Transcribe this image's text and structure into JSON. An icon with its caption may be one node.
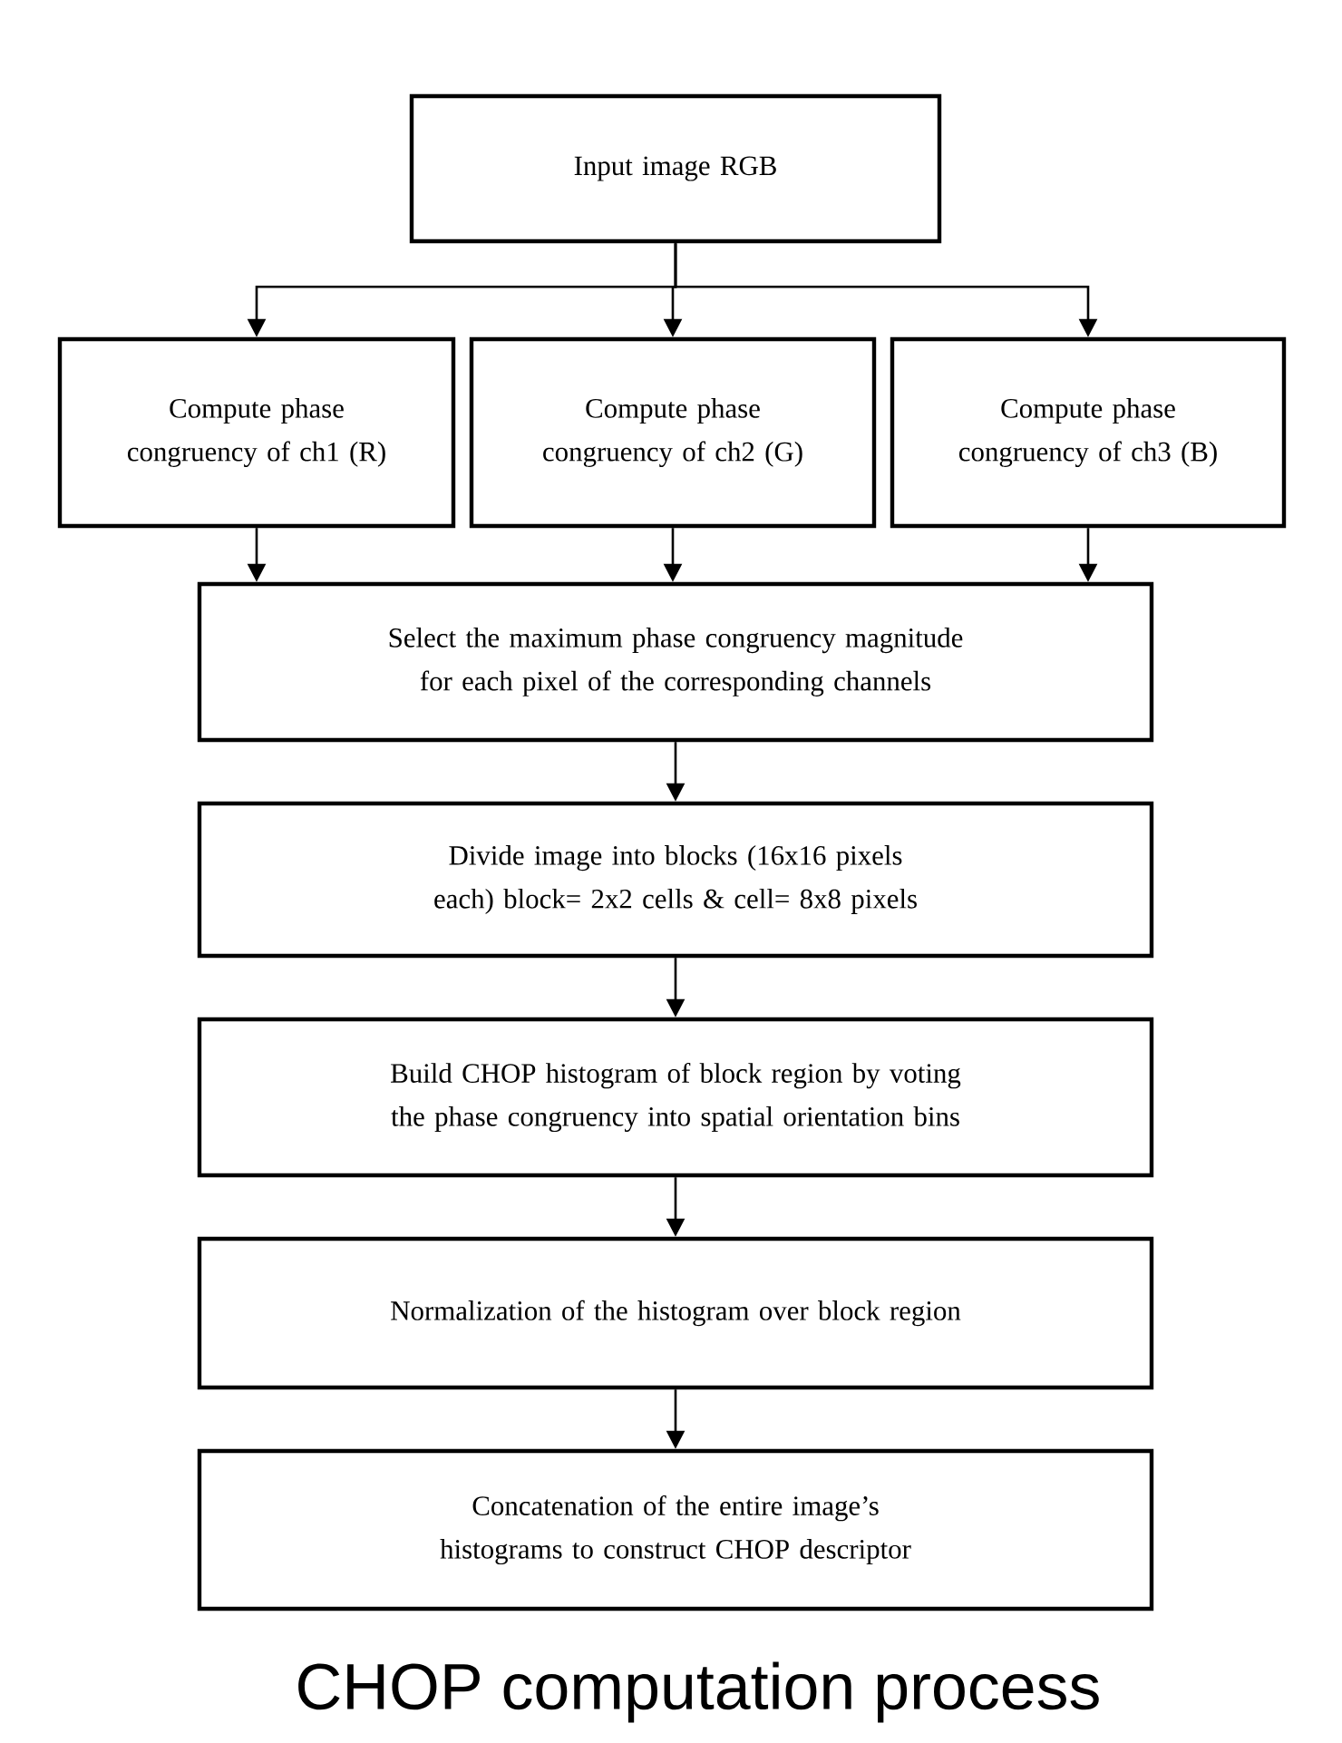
{
  "diagram": {
    "caption": "CHOP computation process",
    "nodes": [
      {
        "text": [
          "Input image RGB"
        ]
      },
      {
        "text": [
          "Compute phase congruency of ch1 (R)"
        ]
      },
      {
        "text": [
          "Compute phase congruency of ch2 (G)"
        ]
      },
      {
        "text": [
          "Compute phase congruency of ch3 (B)"
        ]
      },
      {
        "text": [
          "Select the maximum phase congruency magnitude for each pixel of the corresponding channels"
        ]
      },
      {
        "text": [
          "Divide image into blocks (16x16 pixels each) block= 2x2 cells & cell= 8x8 pixels"
        ]
      },
      {
        "text": [
          "Build CHOP histogram of block region by voting the phase congruency into spatial orientation bins"
        ]
      },
      {
        "text": [
          "Normalization of the histogram over block region"
        ]
      },
      {
        "text": [
          "Concatenation of the entire image’s histograms to construct CHOP descriptor"
        ]
      }
    ],
    "edges": [
      {
        "from": 0,
        "to": 1,
        "arrow": "to"
      },
      {
        "from": 0,
        "to": 2,
        "arrow": "to"
      },
      {
        "from": 0,
        "to": 3,
        "arrow": "to"
      },
      {
        "from": 1,
        "to": 4,
        "arrow": "to"
      },
      {
        "from": 2,
        "to": 4,
        "arrow": "to"
      },
      {
        "from": 3,
        "to": 4,
        "arrow": "to"
      },
      {
        "from": 4,
        "to": 5,
        "arrow": "to"
      },
      {
        "from": 5,
        "to": 6,
        "arrow": "to"
      },
      {
        "from": 6,
        "to": 7,
        "arrow": "to"
      },
      {
        "from": 7,
        "to": 8,
        "arrow": "to"
      }
    ]
  }
}
